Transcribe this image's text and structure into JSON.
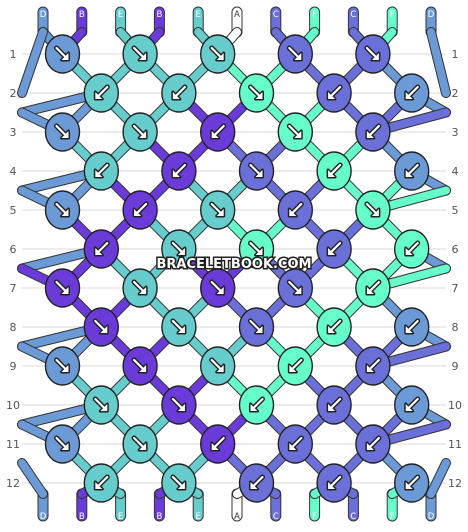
{
  "watermark": "BRACELETBOOK.COM",
  "colors": {
    "A": "#ffffff",
    "B": "#6a3bd8",
    "C": "#6b70d8",
    "D": "#6b9ad6",
    "E": "#66cccc",
    "F": "#66ffcc"
  },
  "strand_labels_top": [
    "D",
    "B",
    "E",
    "B",
    "E",
    "A",
    "C",
    "F",
    "C",
    "F",
    "D"
  ],
  "strand_labels_bottom": [
    "D",
    "B",
    "E",
    "B",
    "E",
    "A",
    "C",
    "F",
    "C",
    "F",
    "D"
  ],
  "row_labels": [
    "1",
    "2",
    "3",
    "4",
    "5",
    "6",
    "7",
    "8",
    "9",
    "10",
    "11",
    "12"
  ],
  "rows": [
    [
      {
        "c": "D",
        "a": "se"
      },
      {
        "c": "E",
        "a": "se"
      },
      {
        "c": "E",
        "a": "se"
      },
      {
        "c": "C",
        "a": "se"
      },
      {
        "c": "C",
        "a": "se"
      }
    ],
    [
      {
        "c": "E",
        "a": "sw"
      },
      {
        "c": "E",
        "a": "sw"
      },
      {
        "c": "F",
        "a": "se"
      },
      {
        "c": "C",
        "a": "sw"
      },
      {
        "c": "D",
        "a": "sw"
      }
    ],
    [
      {
        "c": "D",
        "a": "se"
      },
      {
        "c": "E",
        "a": "se"
      },
      {
        "c": "B",
        "a": "sw"
      },
      {
        "c": "F",
        "a": "se"
      },
      {
        "c": "C",
        "a": "sw"
      }
    ],
    [
      {
        "c": "E",
        "a": "sw"
      },
      {
        "c": "B",
        "a": "sw"
      },
      {
        "c": "C",
        "a": "se"
      },
      {
        "c": "F",
        "a": "sw"
      },
      {
        "c": "D",
        "a": "sw"
      }
    ],
    [
      {
        "c": "D",
        "a": "se"
      },
      {
        "c": "B",
        "a": "sw"
      },
      {
        "c": "E",
        "a": "se"
      },
      {
        "c": "C",
        "a": "sw"
      },
      {
        "c": "F",
        "a": "se"
      }
    ],
    [
      {
        "c": "B",
        "a": "sw"
      },
      {
        "c": "E",
        "a": "se"
      },
      {
        "c": "F",
        "a": "se"
      },
      {
        "c": "C",
        "a": "sw"
      },
      {
        "c": "F",
        "a": "sw"
      }
    ],
    [
      {
        "c": "B",
        "a": "se"
      },
      {
        "c": "E",
        "a": "se"
      },
      {
        "c": "B",
        "a": "se"
      },
      {
        "c": "C",
        "a": "se"
      },
      {
        "c": "F",
        "a": "sw"
      }
    ],
    [
      {
        "c": "B",
        "a": "se"
      },
      {
        "c": "E",
        "a": "se"
      },
      {
        "c": "C",
        "a": "se"
      },
      {
        "c": "F",
        "a": "sw"
      },
      {
        "c": "D",
        "a": "sw"
      }
    ],
    [
      {
        "c": "D",
        "a": "se"
      },
      {
        "c": "B",
        "a": "se"
      },
      {
        "c": "E",
        "a": "se"
      },
      {
        "c": "F",
        "a": "sw"
      },
      {
        "c": "C",
        "a": "sw"
      }
    ],
    [
      {
        "c": "E",
        "a": "se"
      },
      {
        "c": "B",
        "a": "se"
      },
      {
        "c": "F",
        "a": "sw"
      },
      {
        "c": "C",
        "a": "sw"
      },
      {
        "c": "D",
        "a": "sw"
      }
    ],
    [
      {
        "c": "D",
        "a": "se"
      },
      {
        "c": "E",
        "a": "se"
      },
      {
        "c": "B",
        "a": "sw"
      },
      {
        "c": "C",
        "a": "sw"
      },
      {
        "c": "C",
        "a": "sw"
      }
    ],
    [
      {
        "c": "E",
        "a": "sw"
      },
      {
        "c": "E",
        "a": "se"
      },
      {
        "c": "C",
        "a": "sw"
      },
      {
        "c": "C",
        "a": "sw"
      },
      {
        "c": "D",
        "a": "sw"
      }
    ]
  ]
}
